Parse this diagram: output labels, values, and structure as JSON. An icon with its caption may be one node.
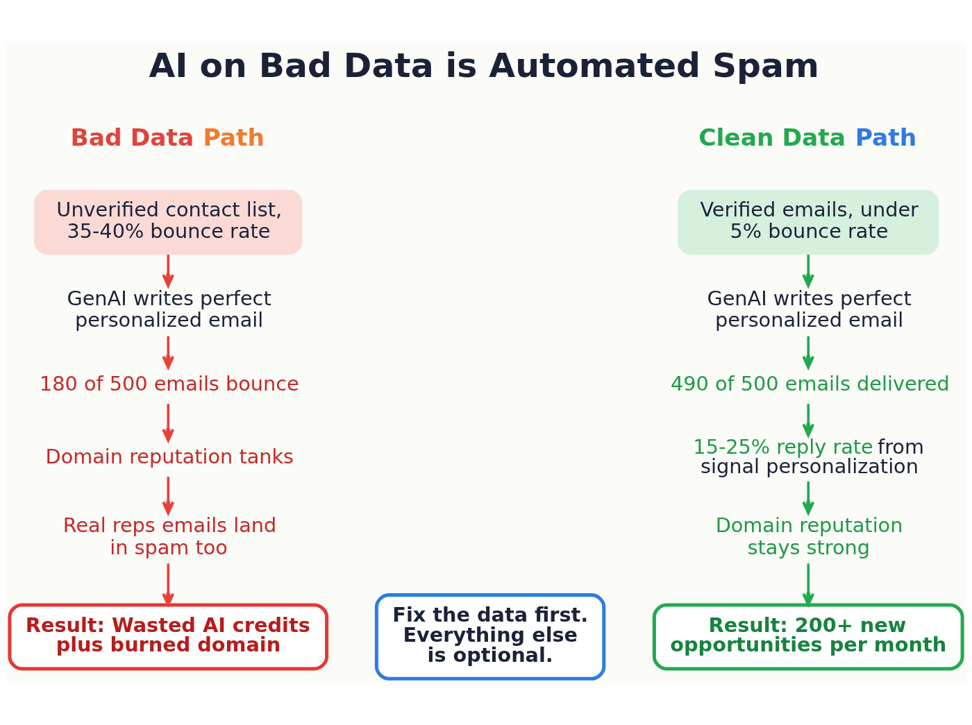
{
  "diagram": {
    "title": "AI on Bad Data is Automated Spam",
    "nodes": [
      {
        "text": [
          "Unverified contact list, 35-40% bounce rate"
        ]
      },
      {
        "text": [
          "GenAI writes perfect personalized email"
        ]
      },
      {
        "text": [
          "180 of 500 emails bounce"
        ]
      },
      {
        "text": [
          "Domain reputation tanks"
        ]
      },
      {
        "text": [
          "Real reps emails land in spam too"
        ]
      },
      {
        "text": [
          "Result: Wasted AI credits plus burned domain"
        ]
      },
      {
        "text": [
          "Verified emails, under 5% bounce rate"
        ]
      },
      {
        "text": [
          "GenAI writes perfect personalized email"
        ]
      },
      {
        "text": [
          "490 of 500 emails delivered"
        ]
      },
      {
        "text": [
          "15-25% reply rate from signal personalization"
        ]
      },
      {
        "text": [
          "Domain reputation stays strong"
        ]
      },
      {
        "text": [
          "Result: 200+ new opportunities per month"
        ]
      },
      {
        "text": [
          "Fix the data first. Everything else is optional."
        ]
      }
    ],
    "edges": [
      {
        "from": 0,
        "to": 1,
        "arrow": "to",
        "color": "#e8403a"
      },
      {
        "from": 1,
        "to": 2,
        "arrow": "to",
        "color": "#e8403a"
      },
      {
        "from": 2,
        "to": 3,
        "arrow": "to",
        "color": "#e8403a"
      },
      {
        "from": 3,
        "to": 4,
        "arrow": "to",
        "color": "#e8403a"
      },
      {
        "from": 4,
        "to": 5,
        "arrow": "to",
        "color": "#e8403a"
      },
      {
        "from": 6,
        "to": 7,
        "arrow": "to",
        "color": "#22a94f"
      },
      {
        "from": 7,
        "to": 8,
        "arrow": "to",
        "color": "#22a94f"
      },
      {
        "from": 8,
        "to": 9,
        "arrow": "to",
        "color": "#22a94f"
      },
      {
        "from": 9,
        "to": 10,
        "arrow": "to",
        "color": "#22a94f"
      },
      {
        "from": 10,
        "to": 11,
        "arrow": "to",
        "color": "#22a94f"
      }
    ],
    "labels": [
      "Bad Data Path",
      "Clean Data Path"
    ]
  }
}
